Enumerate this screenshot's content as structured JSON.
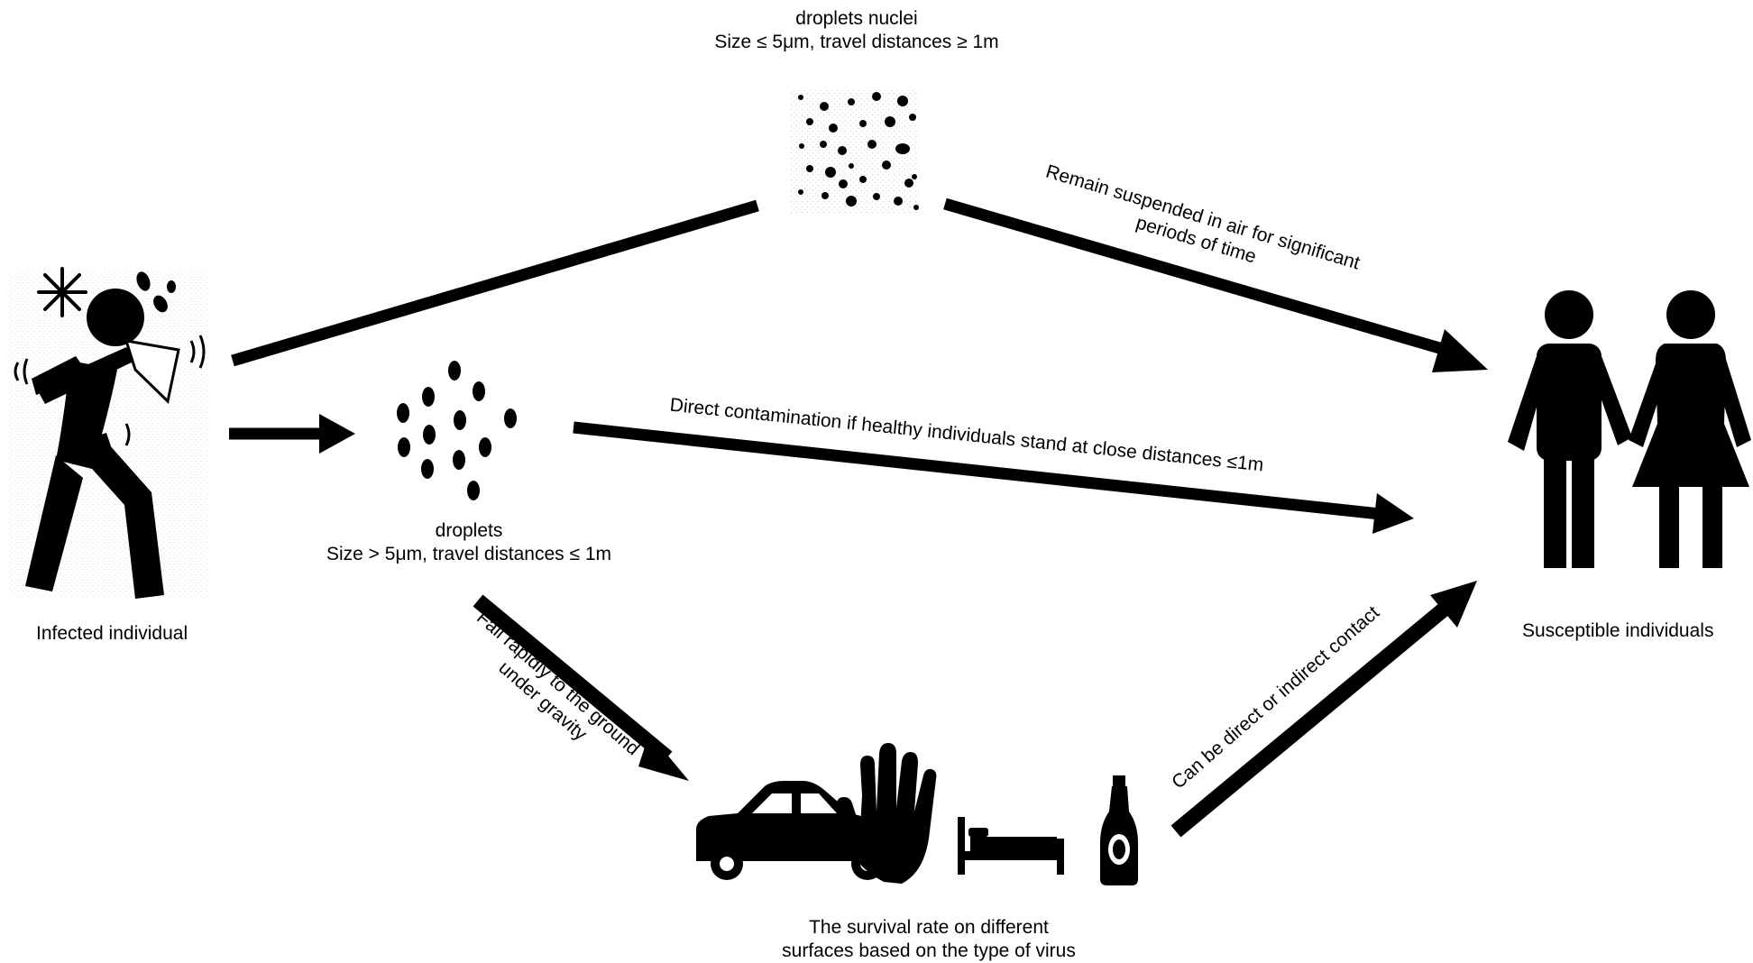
{
  "labels": {
    "infected": "Infected individual",
    "susceptible": "Susceptible individuals",
    "nuclei_title": "droplets nuclei",
    "nuclei_size": "Size ≤ 5μm, travel distances ≥ 1m",
    "droplets_title": "droplets",
    "droplets_size": "Size > 5μm, travel distances ≤ 1m",
    "surfaces_line1": "The survival rate on different",
    "surfaces_line2": "surfaces based on the type of virus"
  },
  "arrow_labels": {
    "airborne_line1": "Remain suspended in air for significant",
    "airborne_line2": "periods of time",
    "direct": "Direct contamination if healthy individuals stand at close distances ≤1m",
    "fall_line1": "Fall rapidly to the ground",
    "fall_line2": "under gravity",
    "contact": "Can be direct or indirect contact"
  },
  "icons": [
    "sneezing-person-icon",
    "droplet-nuclei-icon",
    "droplets-icon",
    "couple-icon",
    "car-icon",
    "hand-icon",
    "bed-icon",
    "bottle-icon"
  ]
}
